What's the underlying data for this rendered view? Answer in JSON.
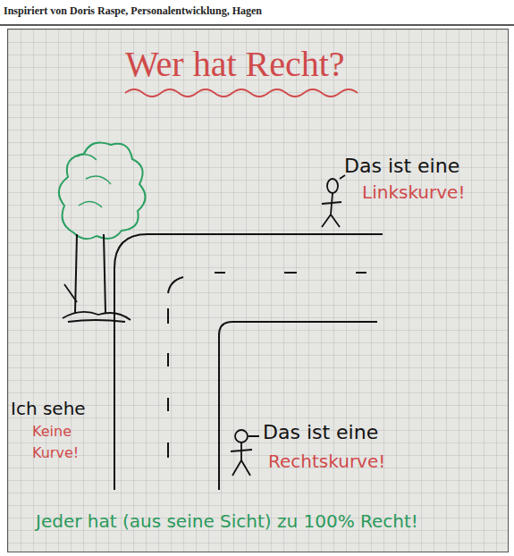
{
  "diagram": {
    "title": "Wer hat Recht?",
    "labels": [
      "Inspiriert von Doris Raspe, Personalentwicklung, Hagen",
      "Das ist eine",
      "Linkskurve!",
      "Ich sehe",
      "Keine",
      "Kurve!",
      "Das ist eine",
      "Rechtskurve!",
      "Jeder hat (aus seine Sicht) zu 100% Recht!"
    ]
  }
}
